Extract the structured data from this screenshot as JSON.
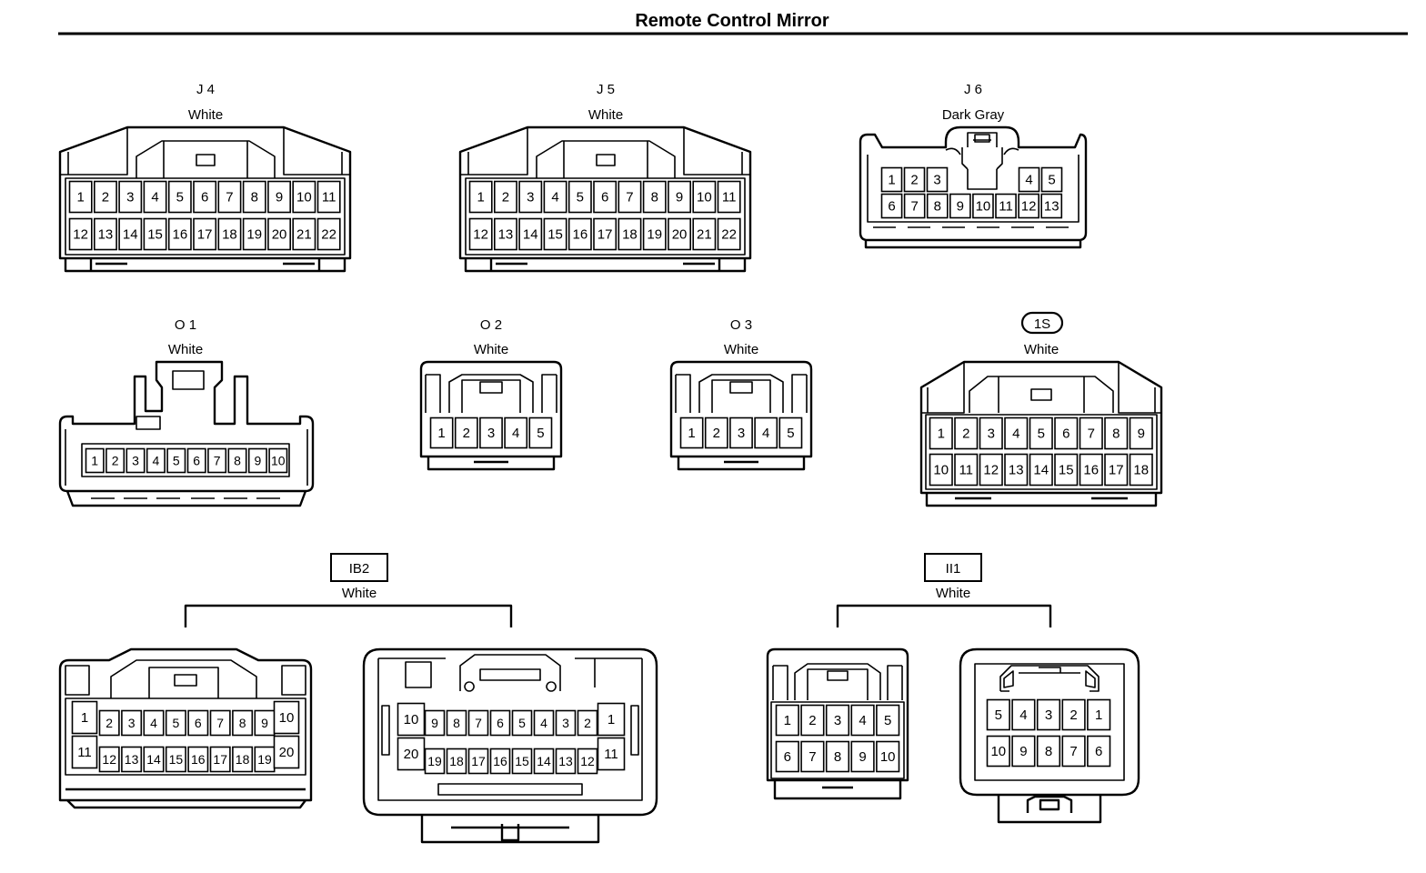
{
  "title": "Remote Control Mirror",
  "colors": {
    "line": "#000000",
    "background": "#ffffff"
  },
  "connectors": {
    "J4": {
      "code": "J 4",
      "color": "White",
      "row1": [
        "1",
        "2",
        "3",
        "4",
        "5",
        "6",
        "7",
        "8",
        "9",
        "10",
        "11"
      ],
      "row2": [
        "12",
        "13",
        "14",
        "15",
        "16",
        "17",
        "18",
        "19",
        "20",
        "21",
        "22"
      ]
    },
    "J5": {
      "code": "J 5",
      "color": "White",
      "row1": [
        "1",
        "2",
        "3",
        "4",
        "5",
        "6",
        "7",
        "8",
        "9",
        "10",
        "11"
      ],
      "row2": [
        "12",
        "13",
        "14",
        "15",
        "16",
        "17",
        "18",
        "19",
        "20",
        "21",
        "22"
      ]
    },
    "J6": {
      "code": "J 6",
      "color": "Dark Gray",
      "row1_left": [
        "1",
        "2",
        "3"
      ],
      "row1_right": [
        "4",
        "5"
      ],
      "row2": [
        "6",
        "7",
        "8",
        "9",
        "10",
        "11",
        "12",
        "13"
      ]
    },
    "O1": {
      "code": "O 1",
      "color": "White",
      "row1": [
        "1",
        "2",
        "3",
        "4",
        "5",
        "6",
        "7",
        "8",
        "9",
        "10"
      ]
    },
    "O2": {
      "code": "O 2",
      "color": "White",
      "row1": [
        "1",
        "2",
        "3",
        "4",
        "5"
      ]
    },
    "O3": {
      "code": "O 3",
      "color": "White",
      "row1": [
        "1",
        "2",
        "3",
        "4",
        "5"
      ]
    },
    "1S": {
      "code": "1S",
      "color": "White",
      "row1": [
        "1",
        "2",
        "3",
        "4",
        "5",
        "6",
        "7",
        "8",
        "9"
      ],
      "row2": [
        "10",
        "11",
        "12",
        "13",
        "14",
        "15",
        "16",
        "17",
        "18"
      ]
    },
    "IB2": {
      "code": "IB2",
      "color": "White",
      "male": {
        "left": [
          "1",
          "11"
        ],
        "row1": [
          "2",
          "3",
          "4",
          "5",
          "6",
          "7",
          "8",
          "9"
        ],
        "row2": [
          "12",
          "13",
          "14",
          "15",
          "16",
          "17",
          "18",
          "19"
        ],
        "right": [
          "10",
          "20"
        ]
      },
      "female": {
        "left": [
          "10",
          "20"
        ],
        "row1": [
          "9",
          "8",
          "7",
          "6",
          "5",
          "4",
          "3",
          "2"
        ],
        "row2": [
          "19",
          "18",
          "17",
          "16",
          "15",
          "14",
          "13",
          "12"
        ],
        "right": [
          "1",
          "11"
        ]
      }
    },
    "II1": {
      "code": "II1",
      "color": "White",
      "male": {
        "row1": [
          "1",
          "2",
          "3",
          "4",
          "5"
        ],
        "row2": [
          "6",
          "7",
          "8",
          "9",
          "10"
        ]
      },
      "female": {
        "row1": [
          "5",
          "4",
          "3",
          "2",
          "1"
        ],
        "row2": [
          "10",
          "9",
          "8",
          "7",
          "6"
        ]
      }
    }
  }
}
